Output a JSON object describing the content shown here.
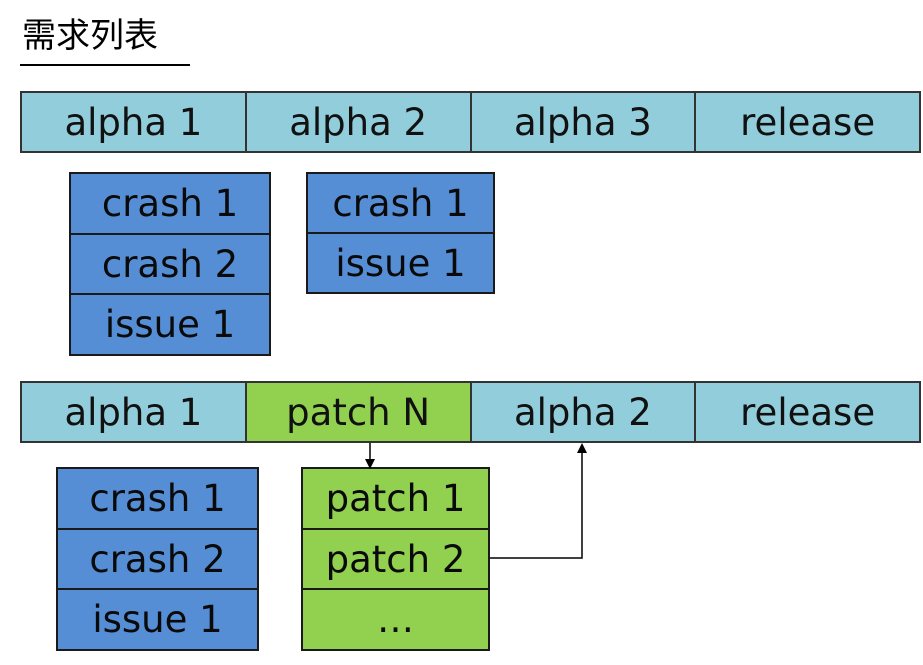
{
  "title": "需求列表",
  "colors": {
    "light_blue": "#92CDDC",
    "blue": "#558ED5",
    "green": "#92D050",
    "border": "#333333",
    "arrow": "#000000"
  },
  "top_timeline": [
    "alpha 1",
    "alpha 2",
    "alpha 3",
    "release"
  ],
  "top_stack_1": [
    "crash 1",
    "crash 2",
    "issue 1"
  ],
  "top_stack_2": [
    "crash 1",
    "issue 1"
  ],
  "bottom_timeline": [
    "alpha 1",
    "patch N",
    "alpha 2",
    "release"
  ],
  "bottom_stack_1": [
    "crash 1",
    "crash 2",
    "issue 1"
  ],
  "bottom_stack_2": [
    "patch 1",
    "patch 2",
    "…"
  ]
}
